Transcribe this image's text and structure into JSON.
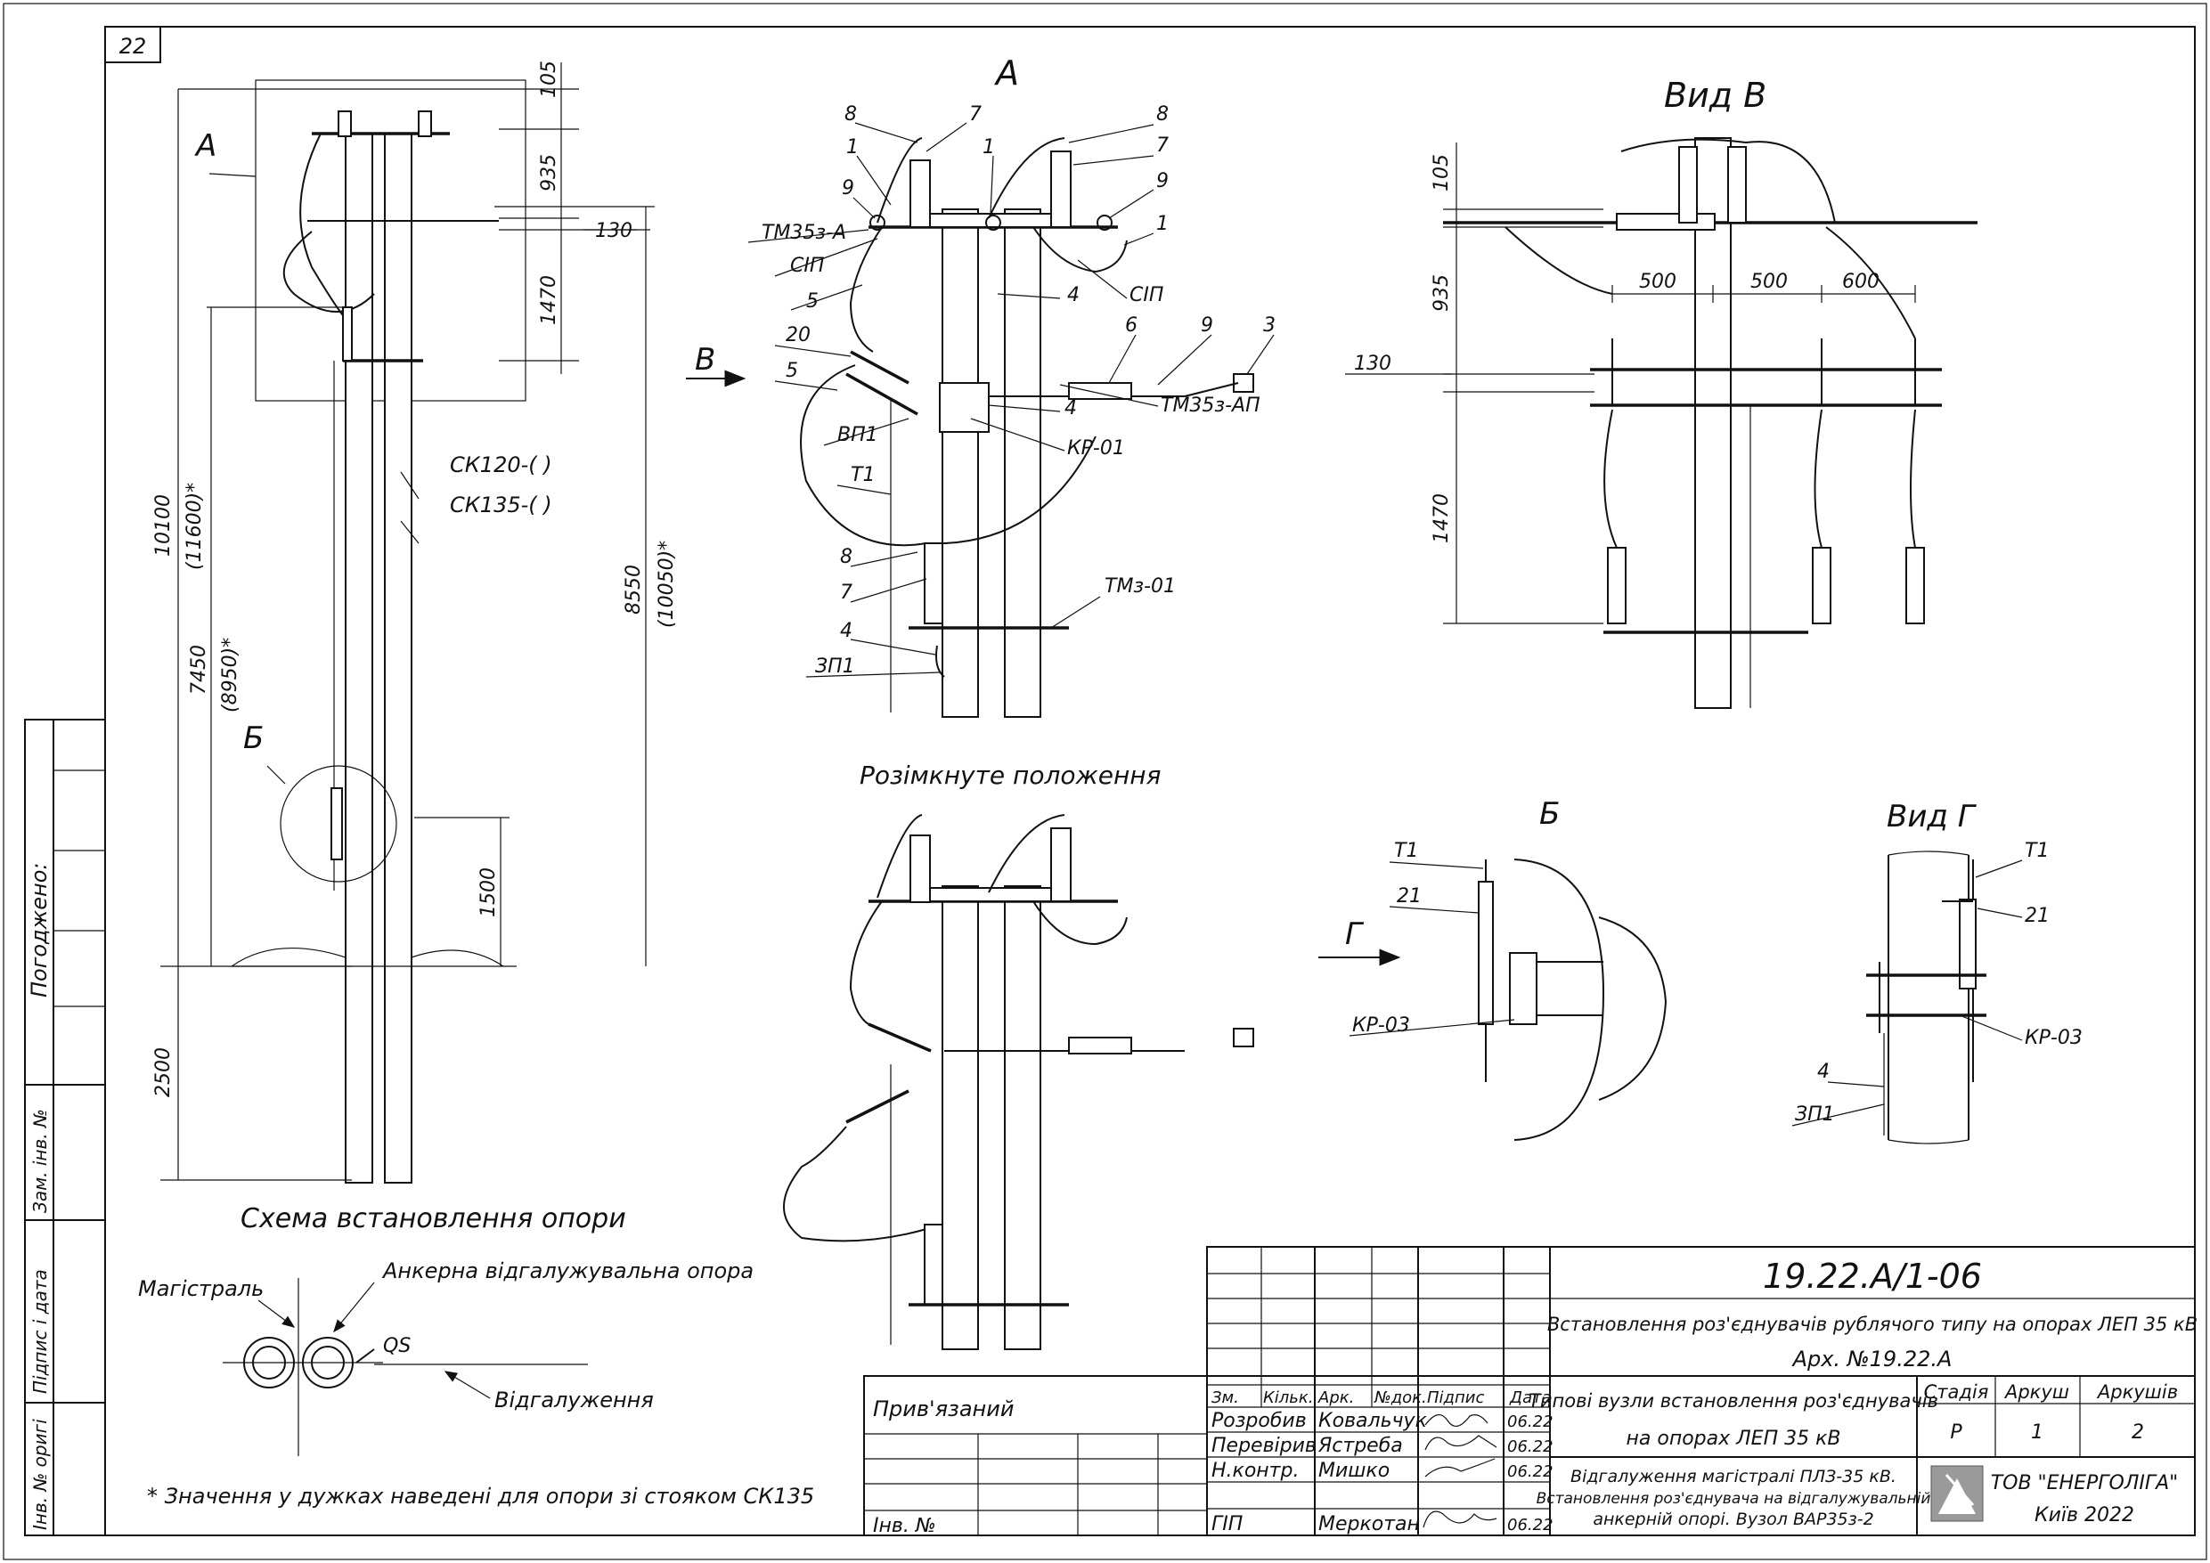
{
  "sheet_number": "22",
  "side_stamp": {
    "agreed": "Погоджено:",
    "replace_inv": "Зам. інв. №",
    "sign_date": "Підпис і дата",
    "inv_orig": "Інв. № оригі"
  },
  "views": {
    "main": {
      "label_a": "А",
      "label_b": "Б",
      "dims": {
        "d105": "105",
        "d935": "935",
        "d130": "130",
        "d1470": "1470",
        "d10100": "10100",
        "d11600": "(11600)*",
        "d7450": "7450",
        "d8950": "(8950)*",
        "d8550": "8550",
        "d10050": "(10050)*",
        "d1500": "1500",
        "d2500": "2500"
      },
      "pole_labels": [
        "СК120-(   )",
        "СК135-(   )"
      ],
      "caption": "Схема встановлення опори"
    },
    "detail_a": {
      "title": "А",
      "arrow_label": "В",
      "callouts": {
        "c8l": "8",
        "c7l": "7",
        "c1l": "1",
        "c1m": "1",
        "c9l": "9",
        "tm35a": "ТМ35з-А",
        "sip_l": "СІП",
        "c5a": "5",
        "c8r": "8",
        "c7r": "7",
        "c9r": "9",
        "c1r": "1",
        "c4r": "4",
        "sip_r": "СІП",
        "c20": "20",
        "c5b": "5",
        "vp1": "ВП1",
        "t1": "Т1",
        "c6": "6",
        "c9b": "9",
        "c3": "3",
        "tm35ap": "ТМ35з-АП",
        "c4b": "4",
        "kr01": "КР-01",
        "c8b": "8",
        "c7b": "7",
        "c4c": "4",
        "tm01": "ТМз-01",
        "ep1": "ЗП1"
      }
    },
    "view_v": {
      "title": "Вид В",
      "dims": {
        "d105": "105",
        "d935": "935",
        "d130": "130",
        "d1470": "1470",
        "d500a": "500",
        "d500b": "500",
        "d600": "600"
      }
    },
    "open_position": {
      "title": "Розімкнуте положення"
    },
    "detail_b": {
      "title": "Б",
      "t1": "Т1",
      "c21": "21",
      "kr03": "КР-03",
      "arrow_label": "Г"
    },
    "view_g": {
      "title": "Вид Г",
      "t1": "Т1",
      "c21": "21",
      "kr03": "КР-03",
      "c4": "4",
      "ep1": "ЗП1"
    },
    "scheme": {
      "line_main": "Магістраль",
      "anchor": "Анкерна відгалужувальна опора",
      "qs": "QS",
      "branch": "Відгалуження"
    },
    "note": "* Значення у дужках наведені для опори зі стояком СК135"
  },
  "title_block": {
    "code": "19.22.А/1-06",
    "project": "Встановлення роз'єднувачів рублячого типу на опорах ЛЕП 35 кВ",
    "archive": "Арх. №19.22.А",
    "headers": [
      "Зм.",
      "Кільк.",
      "Арк.",
      "№док.",
      "Підпис",
      "Дата"
    ],
    "rows": [
      {
        "role": "Розробив",
        "name": "Ковальчук",
        "date": "06.22"
      },
      {
        "role": "Перевірив",
        "name": "Ястреба",
        "date": "06.22"
      },
      {
        "role": "Н.контр.",
        "name": "Мишко",
        "date": "06.22"
      },
      {
        "role": "ГІП",
        "name": "Меркотан",
        "date": "06.22"
      }
    ],
    "drawing_title_1": "Типові вузли встановлення роз'єднувачів",
    "drawing_title_2": "на опорах ЛЕП 35 кВ",
    "stage_label": "Стадія",
    "sheet_label": "Аркуш",
    "sheets_label": "Аркушів",
    "stage": "Р",
    "sheet": "1",
    "sheets": "2",
    "desc_1": "Відгалуження магістралі ПЛЗ-35 кВ.",
    "desc_2": "Встановлення роз'єднувача на відгалужувальній",
    "desc_3": "анкерній опорі. Вузол ВАР35з-2",
    "company": "ТОВ \"ЕНЕРГОЛІГА\"",
    "city": "Київ 2022",
    "bound": "Прив'язаний",
    "inv": "Інв. №"
  }
}
